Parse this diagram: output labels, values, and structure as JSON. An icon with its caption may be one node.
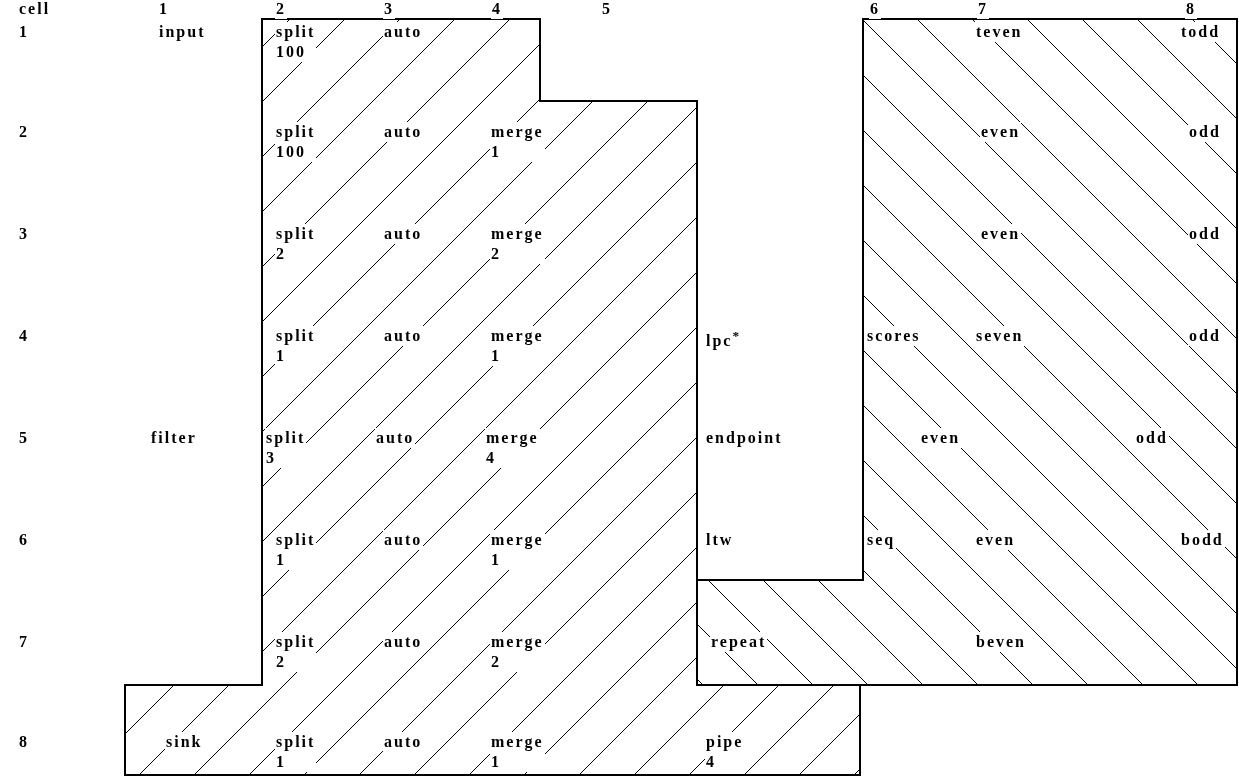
{
  "diagram": {
    "nodes": [
      {
        "text": [
          "split 100",
          "auto",
          "split 100",
          "auto",
          "merge 1",
          "split 2",
          "auto",
          "merge 2",
          "split 1",
          "auto",
          "merge 1",
          "split 3",
          "auto",
          "merge 4",
          "split 1",
          "auto",
          "merge 1",
          "split 2",
          "auto",
          "merge 2",
          "sink",
          "split 1",
          "auto",
          "merge 1",
          "pipe 4"
        ]
      },
      {
        "text": [
          "teven",
          "todd",
          "even",
          "odd",
          "even",
          "odd",
          "scores",
          "seven",
          "odd",
          "even",
          "odd",
          "seq",
          "even",
          "bodd",
          "repeat",
          "beven"
        ]
      }
    ],
    "labels": [
      "cell",
      "1",
      "2",
      "3",
      "4",
      "5",
      "6",
      "7",
      "8",
      "1",
      "input",
      "2",
      "3",
      "4",
      "lpc$^{*}$",
      "5",
      "filter",
      "endpoint",
      "6",
      "ltw",
      "7",
      "8"
    ]
  }
}
